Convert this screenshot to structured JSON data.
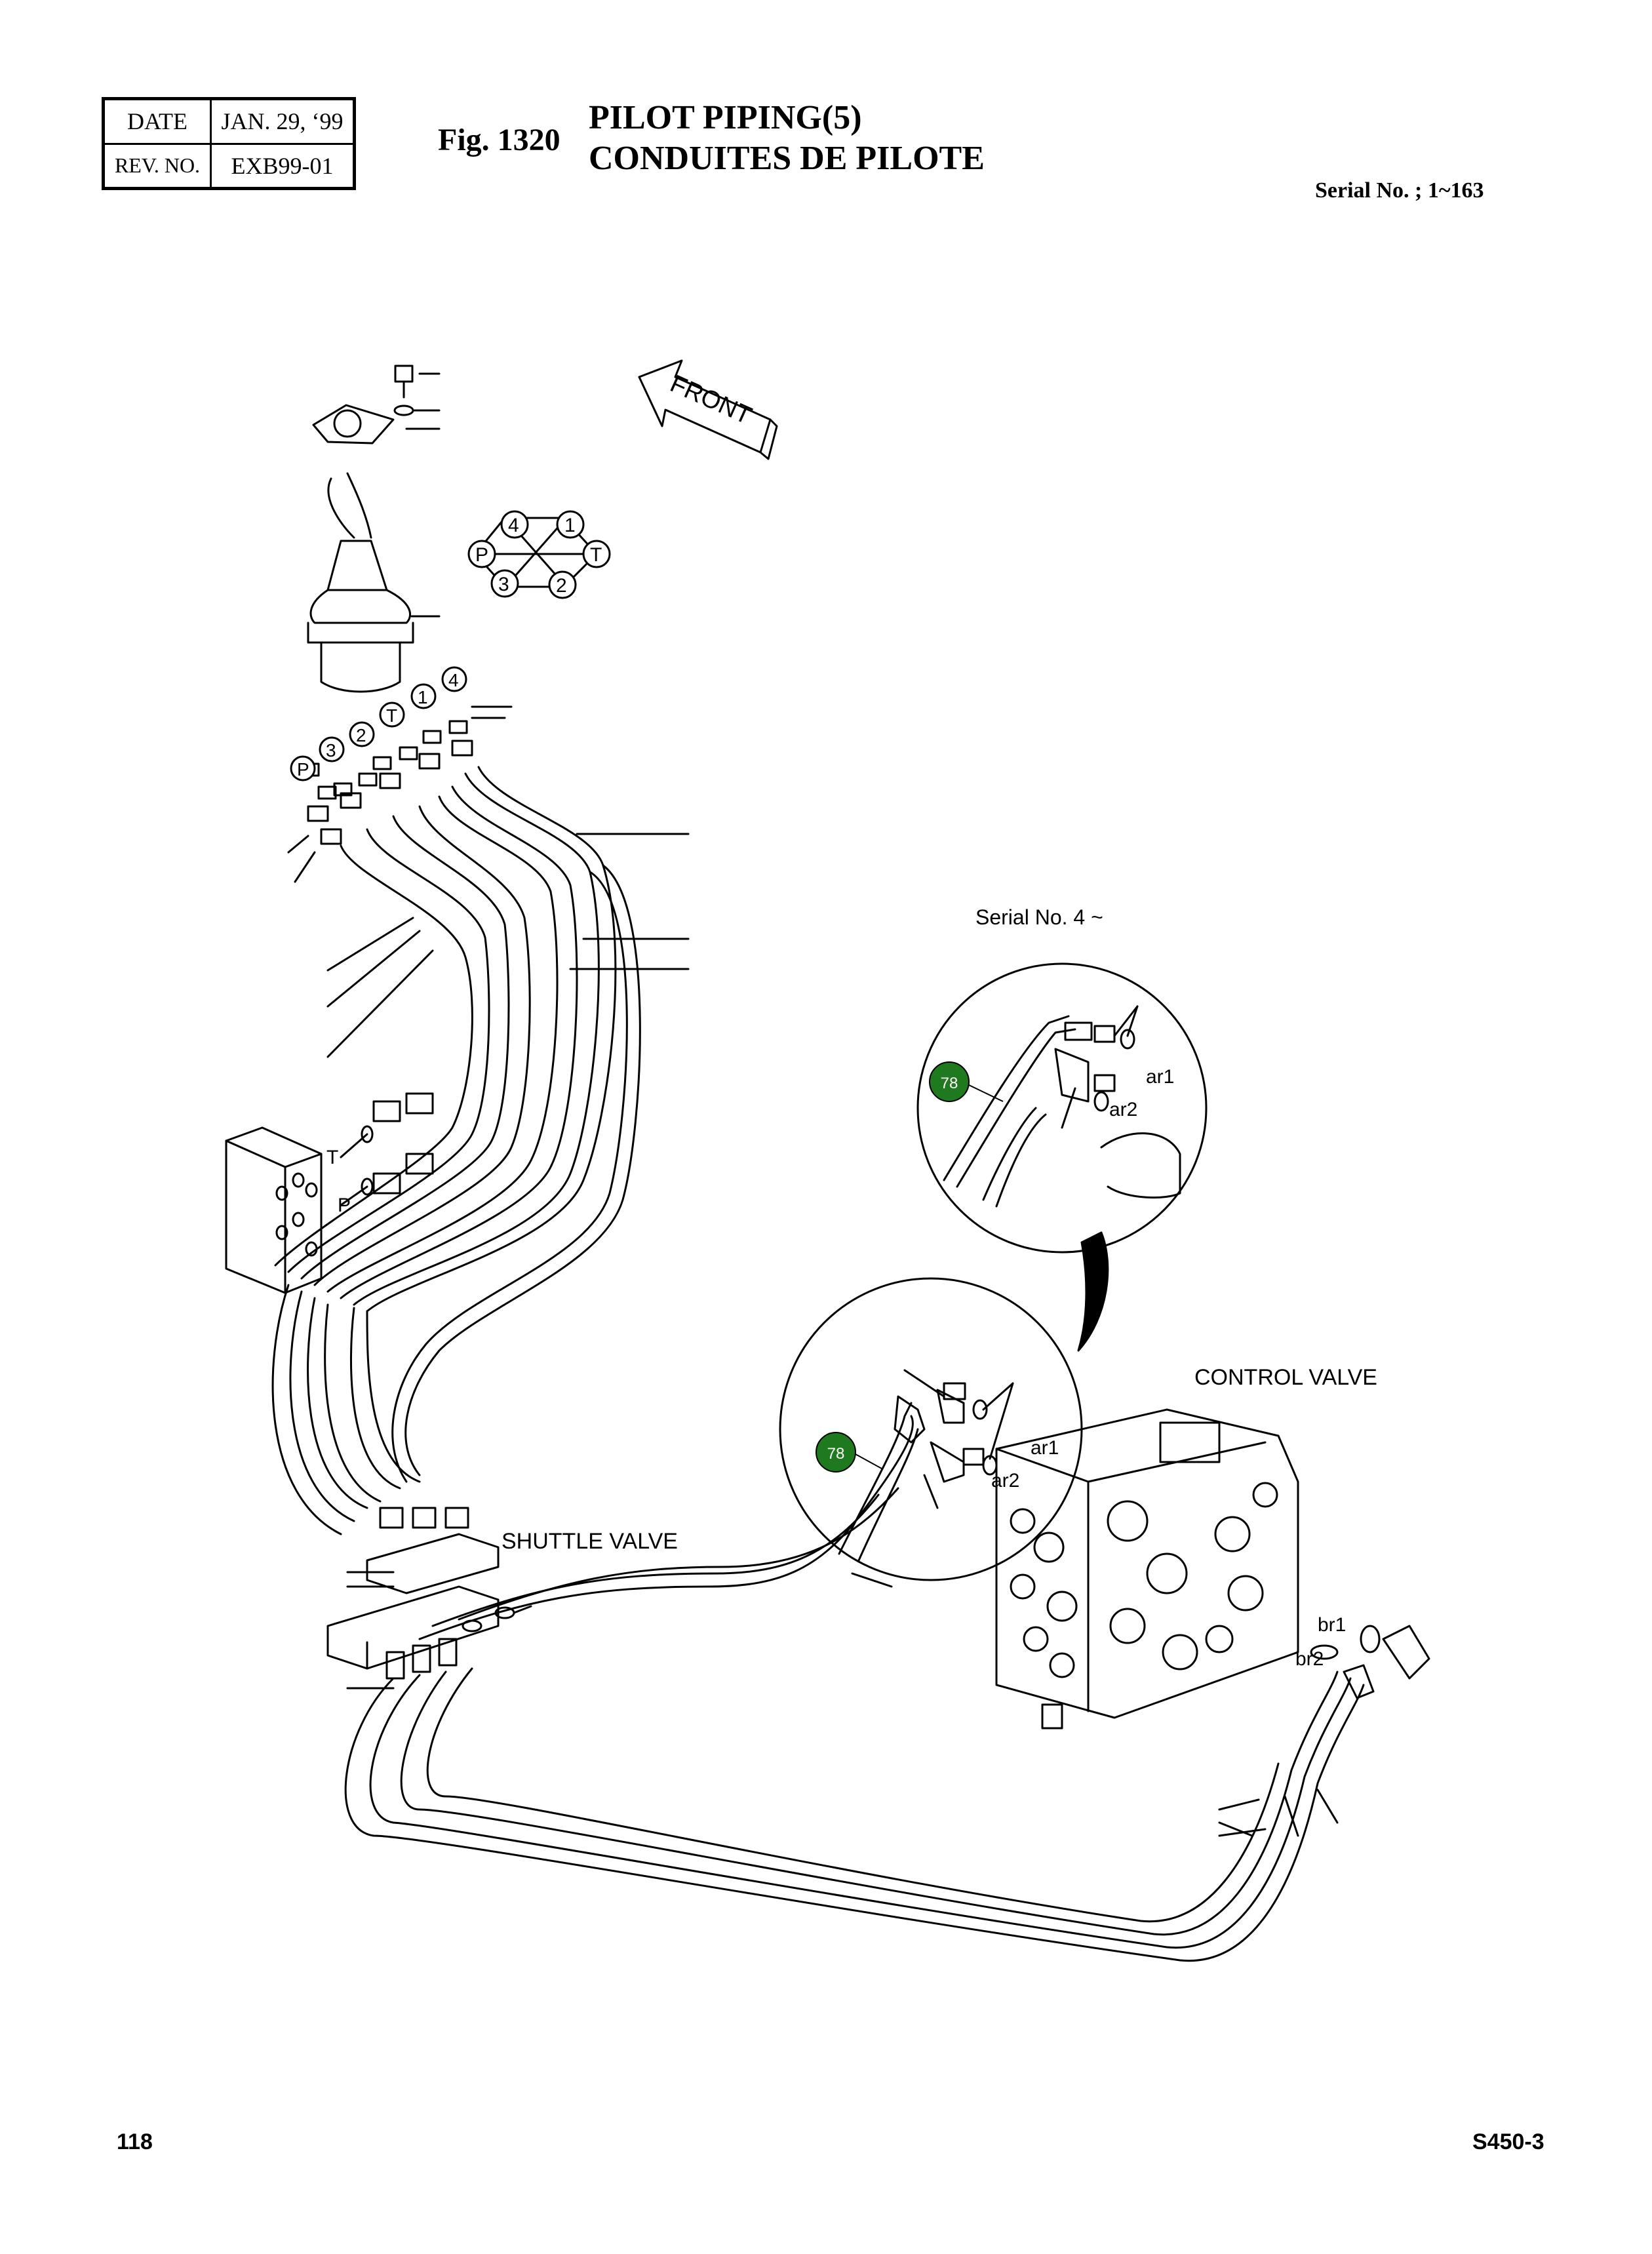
{
  "header": {
    "date_label": "DATE",
    "date_value": "JAN. 29, ‘99",
    "rev_label": "REV. NO.",
    "rev_value": "EXB99-01",
    "fig_number": "Fig. 1320",
    "title_en": "PILOT PIPING(5)",
    "title_fr": "CONDUITES DE PILOTE",
    "serial_range": "Serial No. ; 1~163"
  },
  "diagram": {
    "front_arrow_label": "FRONT",
    "port_diagram": {
      "ports": [
        "4",
        "1",
        "P",
        "T",
        "3",
        "2"
      ]
    },
    "joystick_ports": [
      "P",
      "3",
      "2",
      "T",
      "1",
      "4"
    ],
    "block_ports": [
      "T",
      "P"
    ],
    "inset_upper": {
      "caption": "Serial No. 4 ~",
      "callout": "78",
      "ports": [
        "ar1",
        "ar2"
      ]
    },
    "inset_lower": {
      "callout": "78",
      "ports": [
        "ar1",
        "ar2"
      ]
    },
    "component_labels": {
      "shuttle_valve": "SHUTTLE VALVE",
      "control_valve": "CONTROL VALVE"
    },
    "valve_ports": [
      "br1",
      "br2"
    ],
    "callout_color": "#1f7a1f"
  },
  "footer": {
    "page_number": "118",
    "model": "S450-3"
  }
}
